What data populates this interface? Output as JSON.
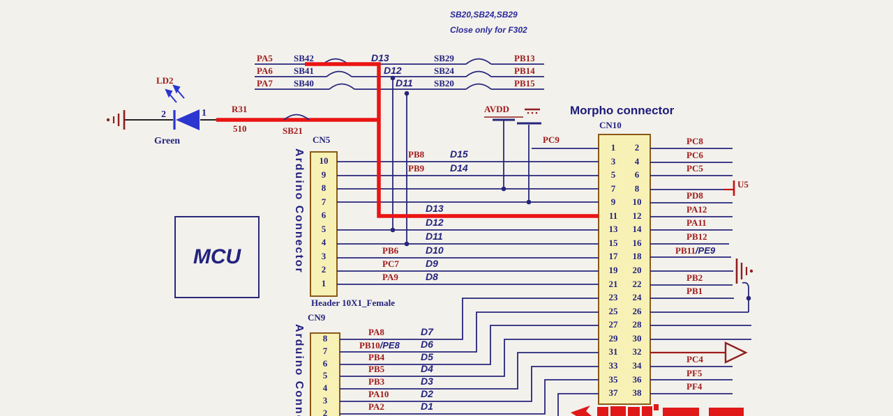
{
  "note": {
    "line1": "SB20,SB24,SB29",
    "line2": "Close only for F302"
  },
  "bridge_rows": [
    {
      "left": "PA5",
      "sb": "SB42",
      "d": "D13",
      "sb2": "SB29",
      "right": "PB13"
    },
    {
      "left": "PA6",
      "sb": "SB41",
      "d": "D12",
      "sb2": "SB24",
      "right": "PB14"
    },
    {
      "left": "PA7",
      "sb": "SB40",
      "d": "D11",
      "sb2": "SB20",
      "right": "PB15"
    }
  ],
  "led": {
    "ref": "LD2",
    "color_label": "Green",
    "pin_left": "2",
    "pin_right": "1"
  },
  "resistor": {
    "ref": "R31",
    "value": "510"
  },
  "sb21": "SB21",
  "mcu": {
    "label": "MCU"
  },
  "cn5": {
    "ref": "CN5",
    "vertical_label": "Arduino Connector",
    "pins": [
      "10",
      "9",
      "8",
      "7",
      "6",
      "5",
      "4",
      "3",
      "2",
      "1"
    ],
    "footer": "Header 10X1_Female",
    "wire_labels": [
      {
        "net": "PB8",
        "signal": "D15"
      },
      {
        "net": "PB9",
        "signal": "D14"
      },
      {
        "net": "",
        "signal": "D13"
      },
      {
        "net": "",
        "signal": "D12"
      },
      {
        "net": "",
        "signal": "D11"
      },
      {
        "net": "PB6",
        "signal": "D10"
      },
      {
        "net": "PC7",
        "signal": "D9"
      },
      {
        "net": "PA9",
        "signal": "D8"
      }
    ]
  },
  "cn9": {
    "ref": "CN9",
    "vertical_label": "Arduino Connector",
    "pins": [
      "8",
      "7",
      "6",
      "5",
      "4",
      "3",
      "2"
    ],
    "wire_labels": [
      {
        "net": "PA8",
        "alt": "",
        "signal": "D7"
      },
      {
        "net": "PB10",
        "alt": "/PE8",
        "signal": "D6"
      },
      {
        "net": "PB4",
        "alt": "",
        "signal": "D5"
      },
      {
        "net": "PB5",
        "alt": "",
        "signal": "D4"
      },
      {
        "net": "PB3",
        "alt": "",
        "signal": "D3"
      },
      {
        "net": "PA10",
        "alt": "",
        "signal": "D2"
      },
      {
        "net": "PA2",
        "alt": "",
        "signal": "D1"
      }
    ]
  },
  "morpho": {
    "title": "Morpho connector",
    "ref": "CN10",
    "left_label": "PC9",
    "left_pins": [
      "1",
      "3",
      "5",
      "7",
      "9",
      "11",
      "13",
      "15",
      "17",
      "19",
      "21",
      "23",
      "25",
      "27",
      "29",
      "31",
      "33",
      "35",
      "37"
    ],
    "right_pins": [
      "2",
      "4",
      "6",
      "8",
      "10",
      "12",
      "14",
      "16",
      "18",
      "20",
      "22",
      "24",
      "26",
      "28",
      "30",
      "32",
      "34",
      "36",
      "38"
    ],
    "right_labels": [
      "PC8",
      "PC6",
      "PC5",
      "",
      "PD8",
      "PA12",
      "PA11",
      "PB12",
      {
        "net": "PB11",
        "alt": "/PE9"
      },
      "",
      "PB2",
      "PB1",
      "",
      "",
      "",
      "",
      "PC4",
      "PF5",
      "PF4"
    ]
  },
  "power": {
    "avdd": "AVDD"
  },
  "u5": "U5",
  "colors": {
    "wire_navy": "#26267b",
    "net_red": "#9e1a1a",
    "highlight_red": "#ea1414",
    "connector_fill": "#f8f1b5",
    "connector_border": "#8a5a17"
  }
}
